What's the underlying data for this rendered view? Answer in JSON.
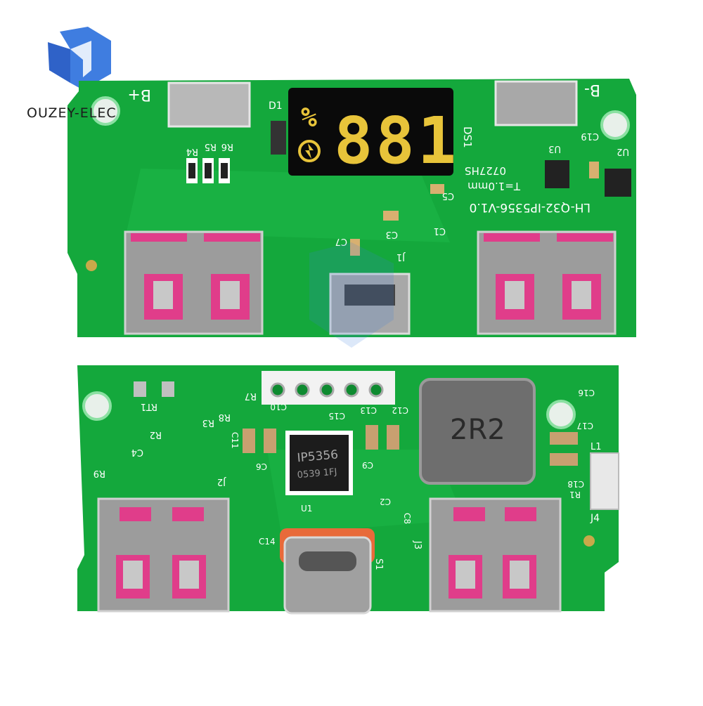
{
  "brand": {
    "name": "OUZEY-ELEC"
  },
  "colors": {
    "pcb": "#14a83c",
    "pcb_dark": "#0e8a30",
    "pad": "#b8b8b8",
    "lcd_digits": "#e8c43a",
    "usb_pink": "#e03d8a",
    "logo_blue": "#3f7de0"
  },
  "top_board": {
    "model": "LH-Q32-IP5356-V1.0",
    "thickness": "T=1.0mm",
    "date_code": "0727HS",
    "display": {
      "reference": "DS1",
      "percent_symbol": "%",
      "digits": "881"
    },
    "terminals": {
      "positive": "B+",
      "negative": "B-"
    },
    "labels": [
      "D1",
      "R4",
      "R5",
      "R6",
      "U3",
      "U2",
      "C19",
      "C5",
      "C3",
      "C1",
      "C7",
      "J1"
    ]
  },
  "bottom_board": {
    "chip": {
      "part": "IP5356",
      "code": "0539 1FJ",
      "reference": "U1"
    },
    "inductor": "2R2",
    "labels": [
      "RT1",
      "R7",
      "R3",
      "R8",
      "R2",
      "R9",
      "C4",
      "C10",
      "C15",
      "C13",
      "C12",
      "C16",
      "C17",
      "C11",
      "C6",
      "C9",
      "C2",
      "C8",
      "C14",
      "C18",
      "R1",
      "J2",
      "J3",
      "J4",
      "S1",
      "L1"
    ]
  }
}
